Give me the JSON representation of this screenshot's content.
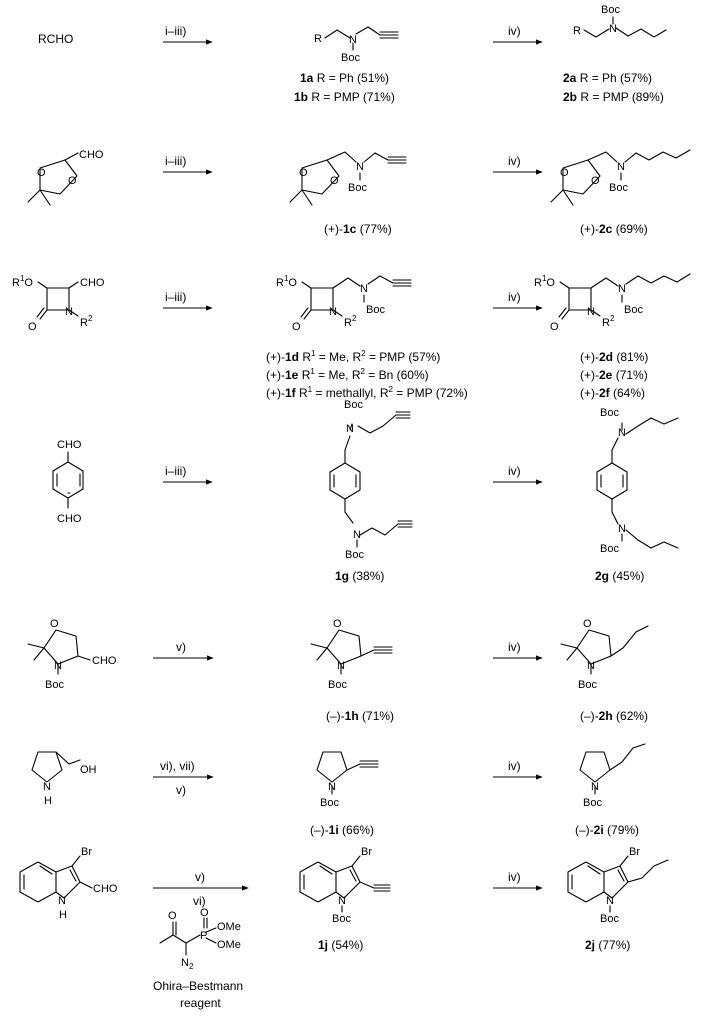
{
  "reagents": {
    "r1": "i–iii",
    "r2": "iv)",
    "r5": "v)",
    "r6": "vi), vii)",
    "r6b": "v)",
    "r7a": "v)",
    "r7b": "vi)",
    "ohira1": "Ohira–Bestmann",
    "ohira2": "reagent"
  },
  "start": {
    "rcho": "RCHO"
  },
  "atoms": {
    "N": "N",
    "O": "O",
    "H": "H",
    "Br": "Br",
    "Boc": "Boc",
    "CHO": "CHO",
    "OH": "OH",
    "R": "R",
    "P": "P",
    "OMe": "OMe",
    "N2": "N",
    "sub2": "2",
    "R1": "R",
    "R2": "R",
    "s1": "1",
    "s2": "2"
  },
  "compounds": {
    "row1": {
      "a1_cmp": "1a",
      "a1_txt": " R = Ph (51%)",
      "b1_cmp": "1b",
      "b1_txt": " R = PMP (71%)",
      "a2_cmp": "2a",
      "a2_txt": " R = Ph (57%)",
      "b2_cmp": "2b",
      "b2_txt": " R = PMP (89%)"
    },
    "row2": {
      "p1_pre": "(+)-",
      "p1_cmp": "1c",
      "p1_txt": " (77%)",
      "p2_pre": "(+)-",
      "p2_cmp": "2c",
      "p2_txt": " (69%)"
    },
    "row3": {
      "d1_pre": "(+)-",
      "d1_cmp": "1d",
      "d1_a": " R",
      "d1_b": " = Me, R",
      "d1_c": " = PMP (57%)",
      "e1_pre": "(+)-",
      "e1_cmp": "1e",
      "e1_a": " R",
      "e1_b": " = Me, R",
      "e1_c": " = Bn (60%)",
      "f1_pre": "(+)-",
      "f1_cmp": "1f",
      "f1_a": " R",
      "f1_b": " = methallyl, R",
      "f1_c": " = PMP (72%)",
      "d2_pre": "(+)-",
      "d2_cmp": "2d",
      "d2_txt": " (81%)",
      "e2_pre": "(+)-",
      "e2_cmp": "2e",
      "e2_txt": " (71%)",
      "f2_pre": "(+)-",
      "f2_cmp": "2f",
      "f2_txt": " (64%)"
    },
    "row4": {
      "g1_cmp": "1g",
      "g1_txt": " (38%)",
      "g2_cmp": "2g",
      "g2_txt": " (45%)"
    },
    "row5": {
      "h1_pre": "(–)-",
      "h1_cmp": "1h",
      "h1_txt": " (71%)",
      "h2_pre": "(–)-",
      "h2_cmp": "2h",
      "h2_txt": " (62%)"
    },
    "row6": {
      "i1_pre": "(–)-",
      "i1_cmp": "1i",
      "i1_txt": " (66%)",
      "i2_pre": "(–)-",
      "i2_cmp": "2i",
      "i2_txt": " (79%)"
    },
    "row7": {
      "j1_cmp": "1j",
      "j1_txt": " (54%)",
      "j2_cmp": "2j",
      "j2_txt": " (77%)"
    }
  }
}
